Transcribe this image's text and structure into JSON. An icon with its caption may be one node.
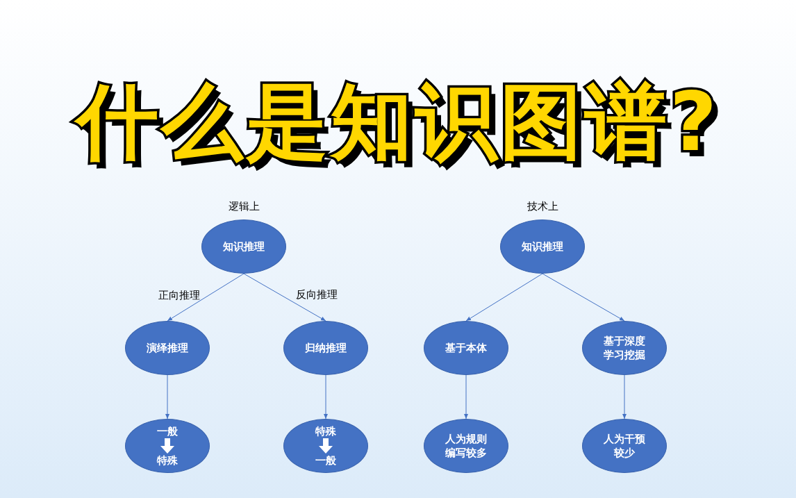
{
  "diagram": {
    "title": "什么是知识图谱?",
    "nodes": [
      {
        "text": [
          "知识推理"
        ],
        "beside": [
          "逻辑上"
        ]
      },
      {
        "text": [
          "演绎推理"
        ]
      },
      {
        "text": [
          "归纳推理"
        ]
      },
      {
        "text": [
          "一般",
          "特殊"
        ]
      },
      {
        "text": [
          "特殊",
          "一般"
        ]
      },
      {
        "text": [
          "知识推理"
        ],
        "beside": [
          "技术上"
        ]
      },
      {
        "text": [
          "基于本体"
        ]
      },
      {
        "text": [
          "基于深度学习挖掘"
        ]
      },
      {
        "text": [
          "人为规则编写较多"
        ]
      },
      {
        "text": [
          "人为干预较少"
        ]
      }
    ],
    "edges": [
      {
        "from": 0,
        "to": 1,
        "arrow": "to",
        "label": "正向推理"
      },
      {
        "from": 0,
        "to": 2,
        "arrow": "to",
        "label": "反向推理"
      },
      {
        "from": 1,
        "to": 3,
        "arrow": "to"
      },
      {
        "from": 2,
        "to": 4,
        "arrow": "to"
      },
      {
        "from": 5,
        "to": 6,
        "arrow": "to"
      },
      {
        "from": 5,
        "to": 7,
        "arrow": "to"
      },
      {
        "from": 6,
        "to": 8,
        "arrow": "to"
      },
      {
        "from": 7,
        "to": 9,
        "arrow": "to"
      }
    ]
  }
}
